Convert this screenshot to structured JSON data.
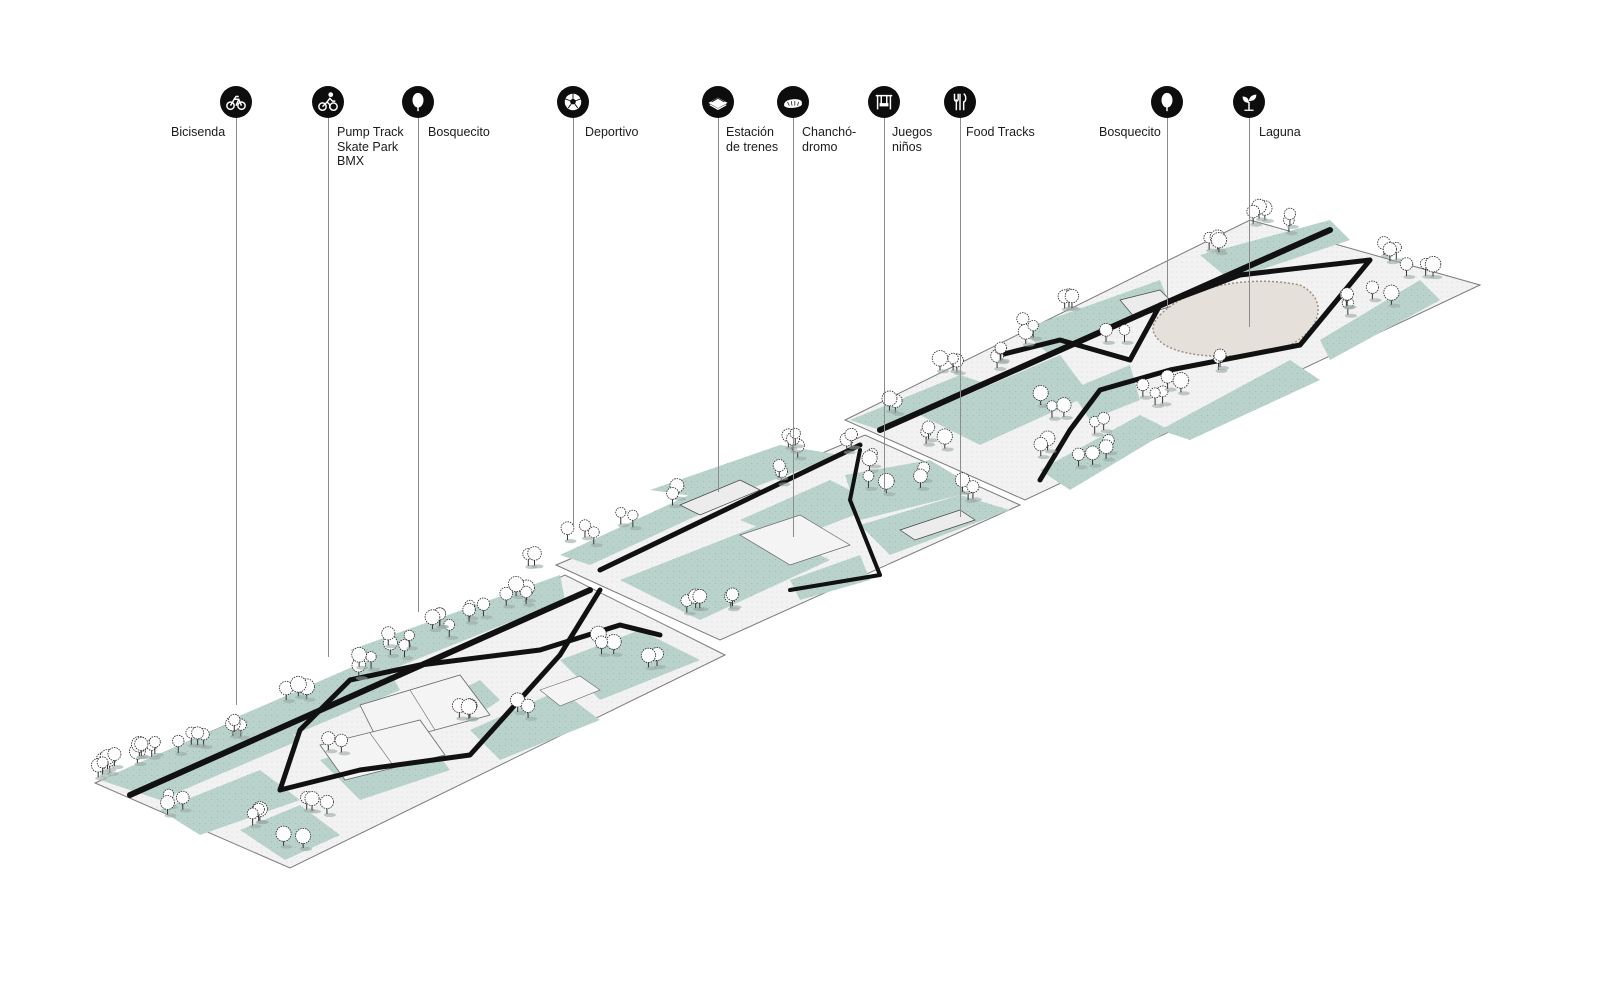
{
  "diagram": {
    "labels": {
      "bicisenda": [
        "Bicisenda"
      ],
      "pump_track": [
        "Pump Track",
        "Skate Park",
        "BMX"
      ],
      "bosquecito_1": [
        "Bosquecito"
      ],
      "deportivo": [
        "Deportivo"
      ],
      "estacion": [
        "Estación",
        "de trenes"
      ],
      "chanchodromo": [
        "Chanchó-",
        "dromo"
      ],
      "juegos": [
        "Juegos",
        "niños"
      ],
      "food_tracks": [
        "Food Tracks"
      ],
      "bosquecito_2": [
        "Bosquecito"
      ],
      "laguna": [
        "Laguna"
      ]
    },
    "icons": {
      "bicisenda": "bicycle-icon",
      "pump_track": "cyclist-icon",
      "bosquecito_1": "tree-icon",
      "deportivo": "soccer-ball-icon",
      "estacion": "train-station-icon",
      "chanchodromo": "stadium-icon",
      "juegos": "swing-icon",
      "food_tracks": "cutlery-icon",
      "bosquecito_2": "tree-icon",
      "laguna": "sprout-icon"
    },
    "colors": {
      "green_area": "#b9d3cc",
      "path": "#111111",
      "plot_outline": "#7a7a7a",
      "leader_line": "#8c8c8c",
      "icon_bg": "#0d0d0d"
    }
  }
}
